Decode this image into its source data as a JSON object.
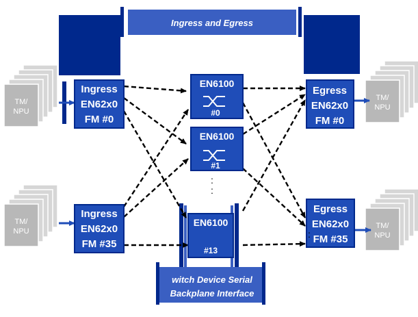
{
  "colors": {
    "dark_blue": "#00288c",
    "box_blue": "#1f4db8",
    "banner_blue": "#3a5fc2",
    "npu_gray": "#b8b8b8",
    "line": "#000000",
    "text": "#ffffff"
  },
  "top_banner": {
    "label": "Ingress and Egress"
  },
  "bottom_banner": {
    "line1": "witch Device Serial",
    "line2": "Backplane Interface"
  },
  "ingress": [
    {
      "line1": "Ingress",
      "line2": "EN62x0",
      "line3": "FM #0"
    },
    {
      "line1": "Ingress",
      "line2": "EN62x0",
      "line3": "FM #35"
    }
  ],
  "egress": [
    {
      "line1": "Egress",
      "line2": "EN62x0",
      "line3": "FM #0"
    },
    {
      "line1": "Egress",
      "line2": "EN62x0",
      "line3": "FM #35"
    }
  ],
  "switches": [
    {
      "title": "EN6100",
      "id": "#0"
    },
    {
      "title": "EN6100",
      "id": "#1"
    },
    {
      "title": "EN6100",
      "id": "#13"
    }
  ],
  "npus": [
    {
      "line1": "TM/",
      "line2": "NPU"
    },
    {
      "line1": "TM/",
      "line2": "NPU"
    },
    {
      "line1": "TM/",
      "line2": "NPU"
    },
    {
      "line1": "TM/",
      "line2": "NPU"
    }
  ],
  "ellipsis": ":"
}
